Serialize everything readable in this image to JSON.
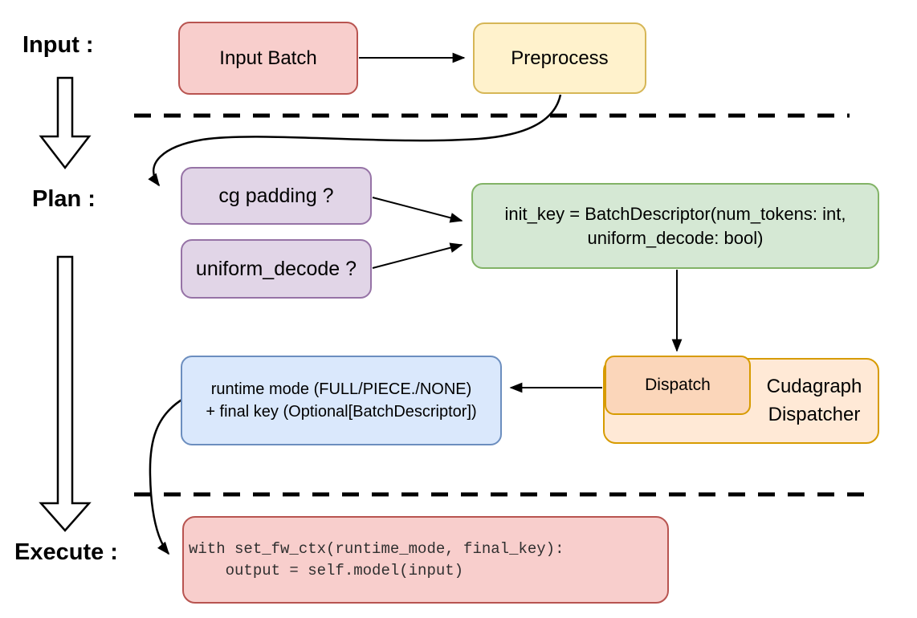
{
  "diagram": {
    "stages": {
      "input_label": "Input :",
      "plan_label": "Plan :",
      "execute_label": "Execute :"
    },
    "nodes": {
      "input_batch": {
        "label": "Input Batch"
      },
      "preprocess": {
        "label": "Preprocess"
      },
      "cg_padding": {
        "label": "cg padding ?"
      },
      "uniform_decode": {
        "label": "uniform_decode ?"
      },
      "init_key": {
        "line1": "init_key = BatchDescriptor(num_tokens: int,",
        "line2": "uniform_decode: bool)"
      },
      "runtime_mode": {
        "line1": "runtime mode (FULL/PIECE./NONE)",
        "line2": "+ final key (Optional[BatchDescriptor])"
      },
      "dispatch": {
        "label": "Dispatch"
      },
      "cudagraph_dispatcher": {
        "line1": "Cudagraph",
        "line2": "Dispatcher"
      },
      "execute_code": {
        "line1": "with set_fw_ctx(runtime_mode, final_key):",
        "line2": "    output = self.model(input)"
      }
    },
    "colors": {
      "red_fill": "#f8cecc",
      "red_stroke": "#b85450",
      "yellow_fill": "#fff2cc",
      "yellow_stroke": "#d6b656",
      "purple_fill": "#e1d5e7",
      "purple_stroke": "#9673a6",
      "green_fill": "#d5e8d4",
      "green_stroke": "#82b366",
      "blue_fill": "#dae8fc",
      "blue_stroke": "#6c8ebf",
      "orange_outer_fill": "#ffe9d6",
      "orange_inner_fill": "#fbd6ba",
      "orange_stroke": "#d79b00",
      "arrow_color": "#000000"
    }
  }
}
